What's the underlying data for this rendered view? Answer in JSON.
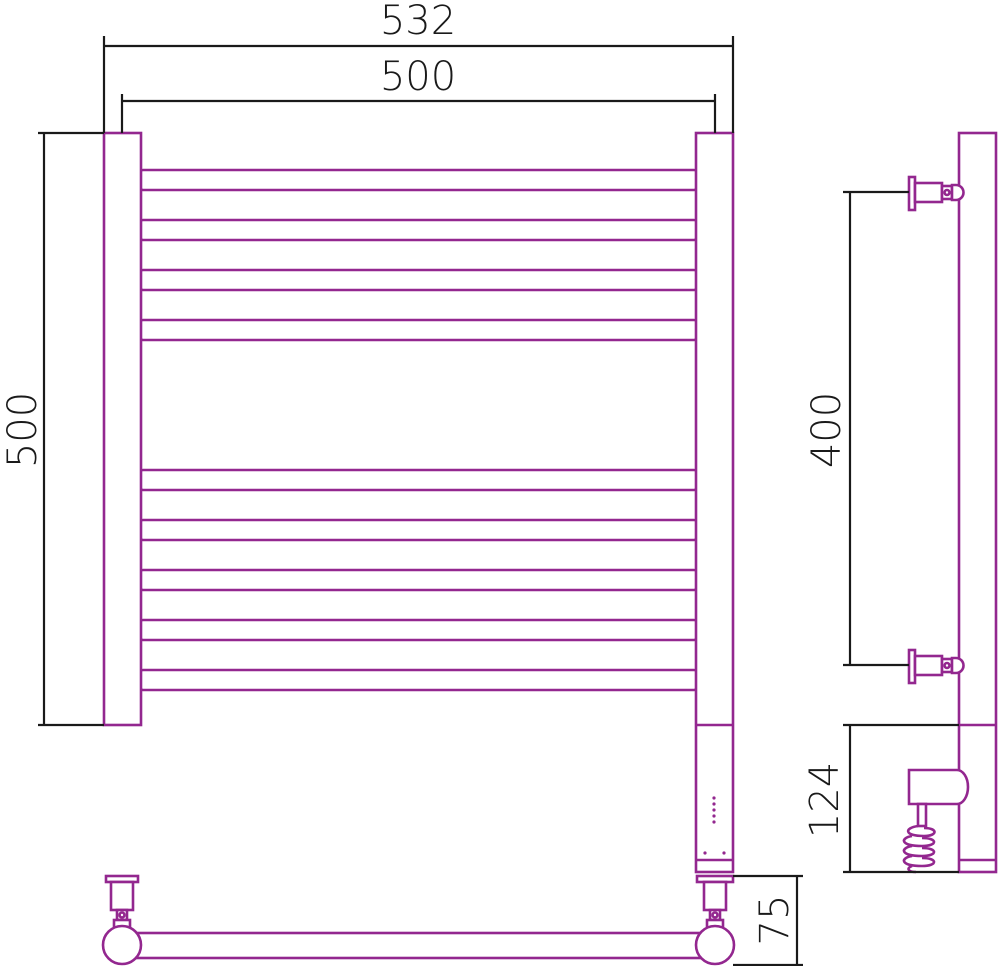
{
  "drawing": {
    "title": "Towel rail dimension drawing",
    "colors": {
      "outline": "#93278f",
      "dimension": "#1a1a1a"
    },
    "dimensions": {
      "overall_width": "532",
      "center_width": "500",
      "height": "500",
      "mount_spacing": "400",
      "heater_height": "124",
      "wall_offset": "75"
    },
    "rails": {
      "top_group_count": 4,
      "bottom_group_count": 5
    }
  }
}
